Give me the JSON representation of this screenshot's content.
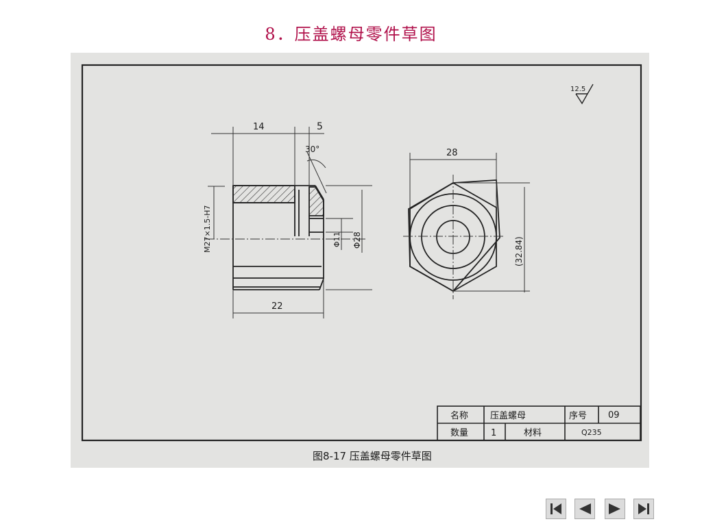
{
  "slide": {
    "title": "8．压盖螺母零件草图"
  },
  "drawing": {
    "dims": {
      "len_14": "14",
      "len_5": "5",
      "angle_30": "30°",
      "len_22": "22",
      "thread": "M27×1.5-H7",
      "dia_11": "Φ11",
      "dia_28": "Φ28",
      "width_28": "28",
      "across_corners": "(32.84)"
    },
    "roughness": "12.5",
    "title_block": {
      "name_label": "名称",
      "name_value": "压盖螺母",
      "seq_label": "序号",
      "seq_value": "09",
      "qty_label": "数量",
      "qty_value": "1",
      "material_label": "材料",
      "material_value": "Q235"
    },
    "caption": "图8-17 压盖螺母零件草图"
  },
  "nav": {
    "icons": [
      "first-page-icon",
      "previous-page-icon",
      "next-page-icon",
      "last-page-icon"
    ]
  }
}
